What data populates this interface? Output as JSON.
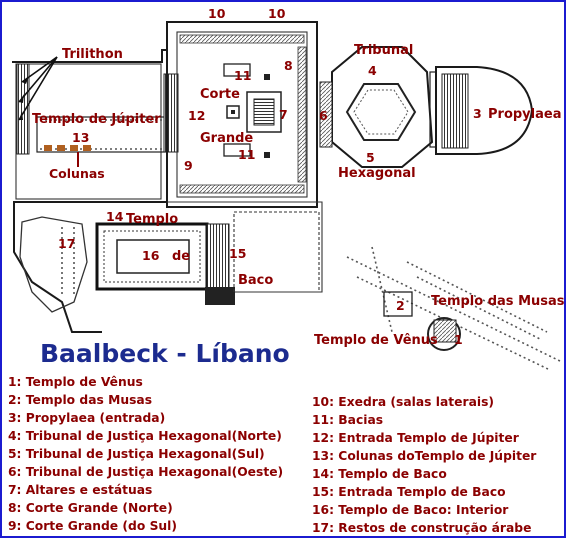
{
  "title": "Baalbeck - Líbano",
  "map_labels": {
    "trilithon": "Trilithon",
    "templo_jupiter": "Templo de Júpiter",
    "num13": "13",
    "colunas": "Colunas",
    "num10a": "10",
    "num10b": "10",
    "tribunal": "Tribunal",
    "num4": "4",
    "num11a": "11",
    "num8": "8",
    "corte": "Corte",
    "num12": "12",
    "num7": "7",
    "num6": "6",
    "grande": "Grande",
    "num11b": "11",
    "num5": "5",
    "num9": "9",
    "hexagonal": "Hexagonal",
    "num3": "3",
    "propylaea": "Propylaea",
    "num14": "14",
    "templo": "Templo",
    "num17": "17",
    "num16": "16",
    "de": "de",
    "num15": "15",
    "baco": "Baco",
    "num2": "2",
    "templo_musas": "Templo das Musas",
    "templo_venus": "Templo de Vênus",
    "num1": "1"
  },
  "legend_left": [
    "1: Templo de Vênus",
    "2: Templo das Musas",
    "3: Propylaea (entrada)",
    "4: Tribunal de Justiça Hexagonal(Norte)",
    "5: Tribunal de Justiça Hexagonal(Sul)",
    "6: Tribunal de Justiça Hexagonal(Oeste)",
    "7: Altares e estátuas",
    "8: Corte Grande (Norte)",
    "9: Corte Grande (do Sul)"
  ],
  "legend_right": [
    "10: Exedra (salas laterais)",
    "11: Bacias",
    "12: Entrada Templo de Júpiter",
    "13: Colunas doTemplo de Júpiter",
    "14: Templo de Baco",
    "15: Entrada Templo de Baco",
    "16: Templo de Baco: Interior",
    "17: Restos de construção árabe"
  ],
  "colors": {
    "label": "#8b0000",
    "title": "#1c2b8f",
    "frame": "#1b1bd0",
    "plan": "#222222"
  }
}
